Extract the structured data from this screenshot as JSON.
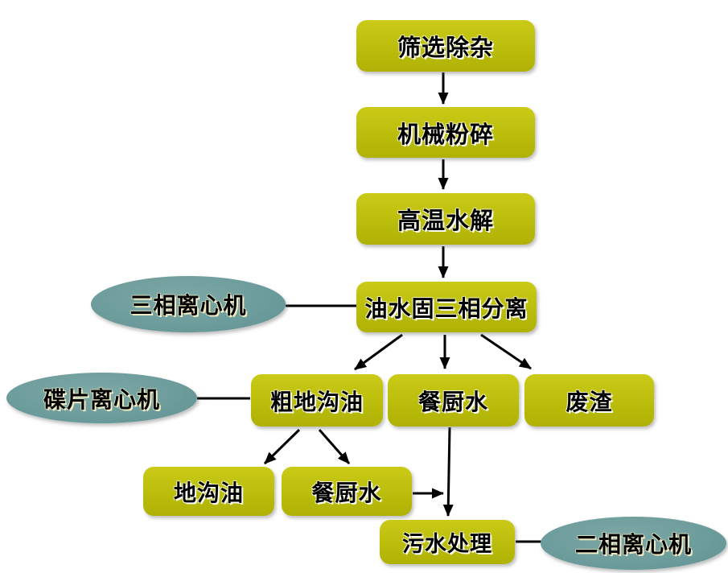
{
  "flowchart": {
    "description": "Kitchen waste / gutter oil treatment process flow",
    "process_boxes": [
      {
        "id": "screening",
        "label": "筛选除杂"
      },
      {
        "id": "mechanical-crushing",
        "label": "机械粉碎"
      },
      {
        "id": "high-temp-hydrolysis",
        "label": "高温水解"
      },
      {
        "id": "three-phase-separation",
        "label": "油水固三相分离"
      },
      {
        "id": "crude-gutter-oil",
        "label": "粗地沟油"
      },
      {
        "id": "kitchen-water-mid",
        "label": "餐厨水"
      },
      {
        "id": "waste-residue",
        "label": "废渣"
      },
      {
        "id": "gutter-oil",
        "label": "地沟油"
      },
      {
        "id": "kitchen-water-bottom",
        "label": "餐厨水"
      },
      {
        "id": "sewage-treatment",
        "label": "污水处理"
      }
    ],
    "equipment_ellipses": [
      {
        "id": "three-phase-centrifuge",
        "label": "三相离心机"
      },
      {
        "id": "disc-centrifuge",
        "label": "碟片离心机"
      },
      {
        "id": "two-phase-centrifuge",
        "label": "二相离心机"
      }
    ],
    "colors": {
      "box_fill": "#bec00d",
      "ellipse_fill": "#6d9d9c",
      "arrow_color": "#000000"
    }
  }
}
